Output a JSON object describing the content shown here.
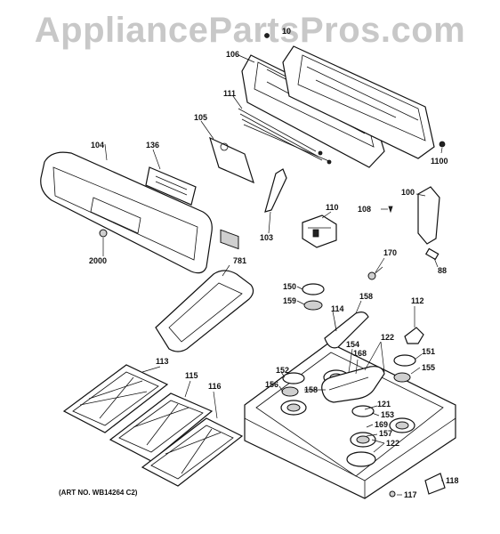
{
  "watermark": "AppliancePartsPros.com",
  "art_number": "(ART NO. WB14264 C2)",
  "callouts": {
    "c10": "10",
    "c106": "106",
    "c111": "111",
    "c105": "105",
    "c136": "136",
    "c104": "104",
    "c1100": "1100",
    "c100": "100",
    "c108": "108",
    "c110": "110",
    "c103": "103",
    "c2000": "2000",
    "c781": "781",
    "c170": "170",
    "c88": "88",
    "c150": "150",
    "c159": "159",
    "c158a": "158",
    "c114": "114",
    "c112": "112",
    "c154": "154",
    "c122a": "122",
    "c151": "151",
    "c168": "168",
    "c155": "155",
    "c152": "152",
    "c156": "156",
    "c158b": "158",
    "c121": "121",
    "c153": "153",
    "c169": "169",
    "c157": "157",
    "c122b": "122",
    "c113": "113",
    "c115": "115",
    "c116": "116",
    "c118": "118",
    "c117": "117"
  }
}
